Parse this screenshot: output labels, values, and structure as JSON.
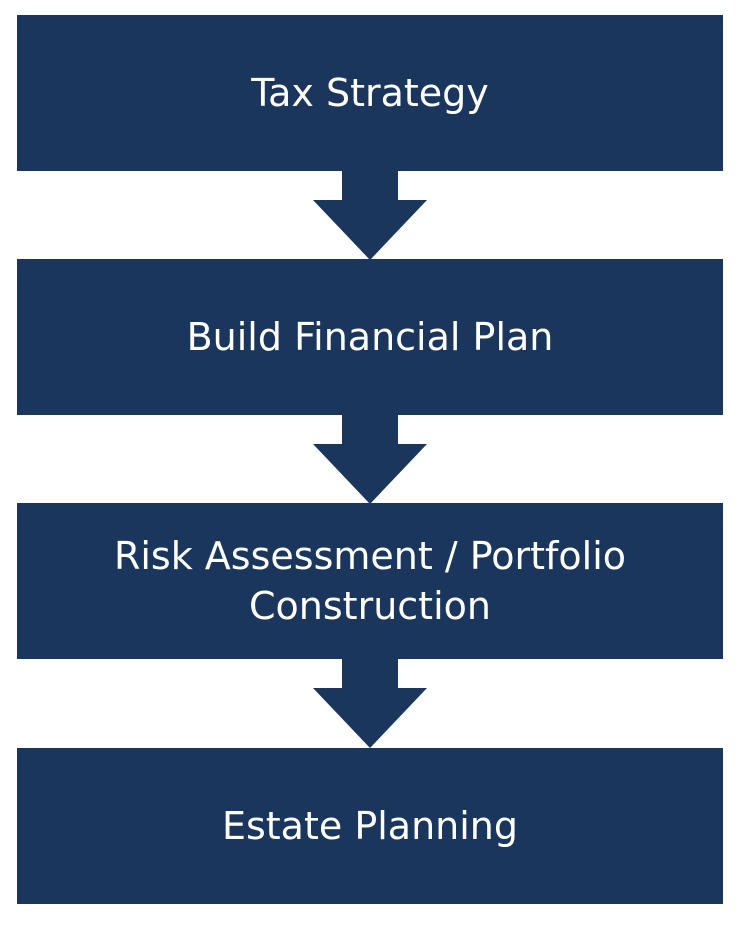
{
  "diagram": {
    "type": "vertical-flowchart",
    "colors": {
      "box_fill": "#1b365d",
      "text": "#ffffff",
      "background": "#ffffff"
    },
    "steps": [
      {
        "label": "Tax Strategy"
      },
      {
        "label": "Build Financial Plan"
      },
      {
        "label": "Risk Assessment / Portfolio\nConstruction"
      },
      {
        "label": "Estate Planning"
      }
    ],
    "connectors": [
      {
        "icon": "down-arrow-icon"
      },
      {
        "icon": "down-arrow-icon"
      },
      {
        "icon": "down-arrow-icon"
      }
    ]
  }
}
